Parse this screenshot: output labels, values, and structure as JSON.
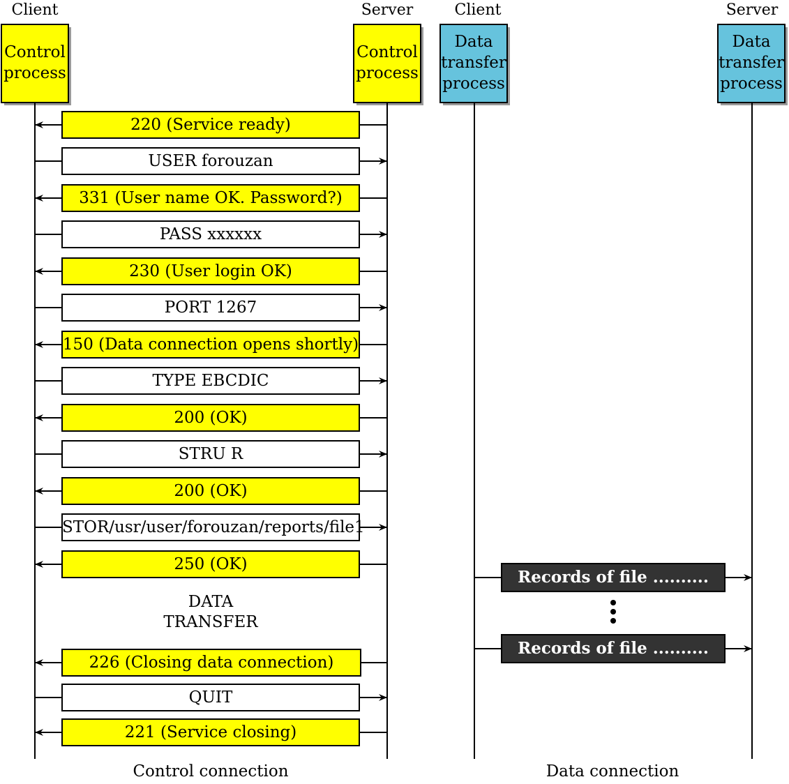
{
  "colors": {
    "control_box": "#ffff00",
    "data_box": "#66c3dd",
    "reply_msg": "#ffff00",
    "command_msg": "#ffffff",
    "record_box": "#333333",
    "line": "#000000"
  },
  "headers": {
    "client": "Client",
    "server": "Server",
    "data_client": "Client",
    "data_server": "Server"
  },
  "boxes": {
    "client_control": "Control process",
    "server_control": "Control process",
    "client_data": "Data transfer process",
    "server_data": "Data transfer process"
  },
  "messages": [
    {
      "text": "220 (Service ready)",
      "direction": "server-to-client",
      "kind": "reply"
    },
    {
      "text": "USER forouzan",
      "direction": "client-to-server",
      "kind": "command"
    },
    {
      "text": "331 (User name OK. Password?)",
      "direction": "server-to-client",
      "kind": "reply"
    },
    {
      "text": "PASS xxxxxx",
      "direction": "client-to-server",
      "kind": "command"
    },
    {
      "text": "230 (User login OK)",
      "direction": "server-to-client",
      "kind": "reply"
    },
    {
      "text": "PORT 1267",
      "direction": "client-to-server",
      "kind": "command"
    },
    {
      "text": "150 (Data connection opens shortly)",
      "direction": "server-to-client",
      "kind": "reply"
    },
    {
      "text": "TYPE EBCDIC",
      "direction": "client-to-server",
      "kind": "command"
    },
    {
      "text": "200 (OK)",
      "direction": "server-to-client",
      "kind": "reply"
    },
    {
      "text": "STRU R",
      "direction": "client-to-server",
      "kind": "command"
    },
    {
      "text": "200 (OK)",
      "direction": "server-to-client",
      "kind": "reply"
    },
    {
      "text": "STOR/usr/user/forouzan/reports/file1",
      "direction": "client-to-server",
      "kind": "command"
    },
    {
      "text": "250 (OK)",
      "direction": "server-to-client",
      "kind": "reply"
    },
    {
      "text": "226 (Closing data connection)",
      "direction": "server-to-client",
      "kind": "reply"
    },
    {
      "text": "QUIT",
      "direction": "client-to-server",
      "kind": "command"
    },
    {
      "text": "221 (Service closing)",
      "direction": "server-to-client",
      "kind": "reply"
    }
  ],
  "data_transfer_label": [
    "DATA",
    "TRANSFER"
  ],
  "records": [
    {
      "text": "Records of file .........."
    },
    {
      "text": "Records of file .........."
    }
  ],
  "captions": {
    "control": "Control connection",
    "data": "Data connection"
  }
}
